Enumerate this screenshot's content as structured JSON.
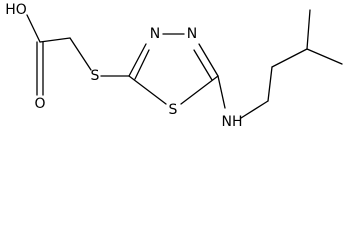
{
  "labels": {
    "hydroxyl": "HO",
    "carbonyl_oxygen": "O",
    "thioether_sulfur": "S",
    "ring_sulfur": "S",
    "ring_nitrogen_left": "N",
    "ring_nitrogen_right": "N",
    "amine": "NH"
  }
}
